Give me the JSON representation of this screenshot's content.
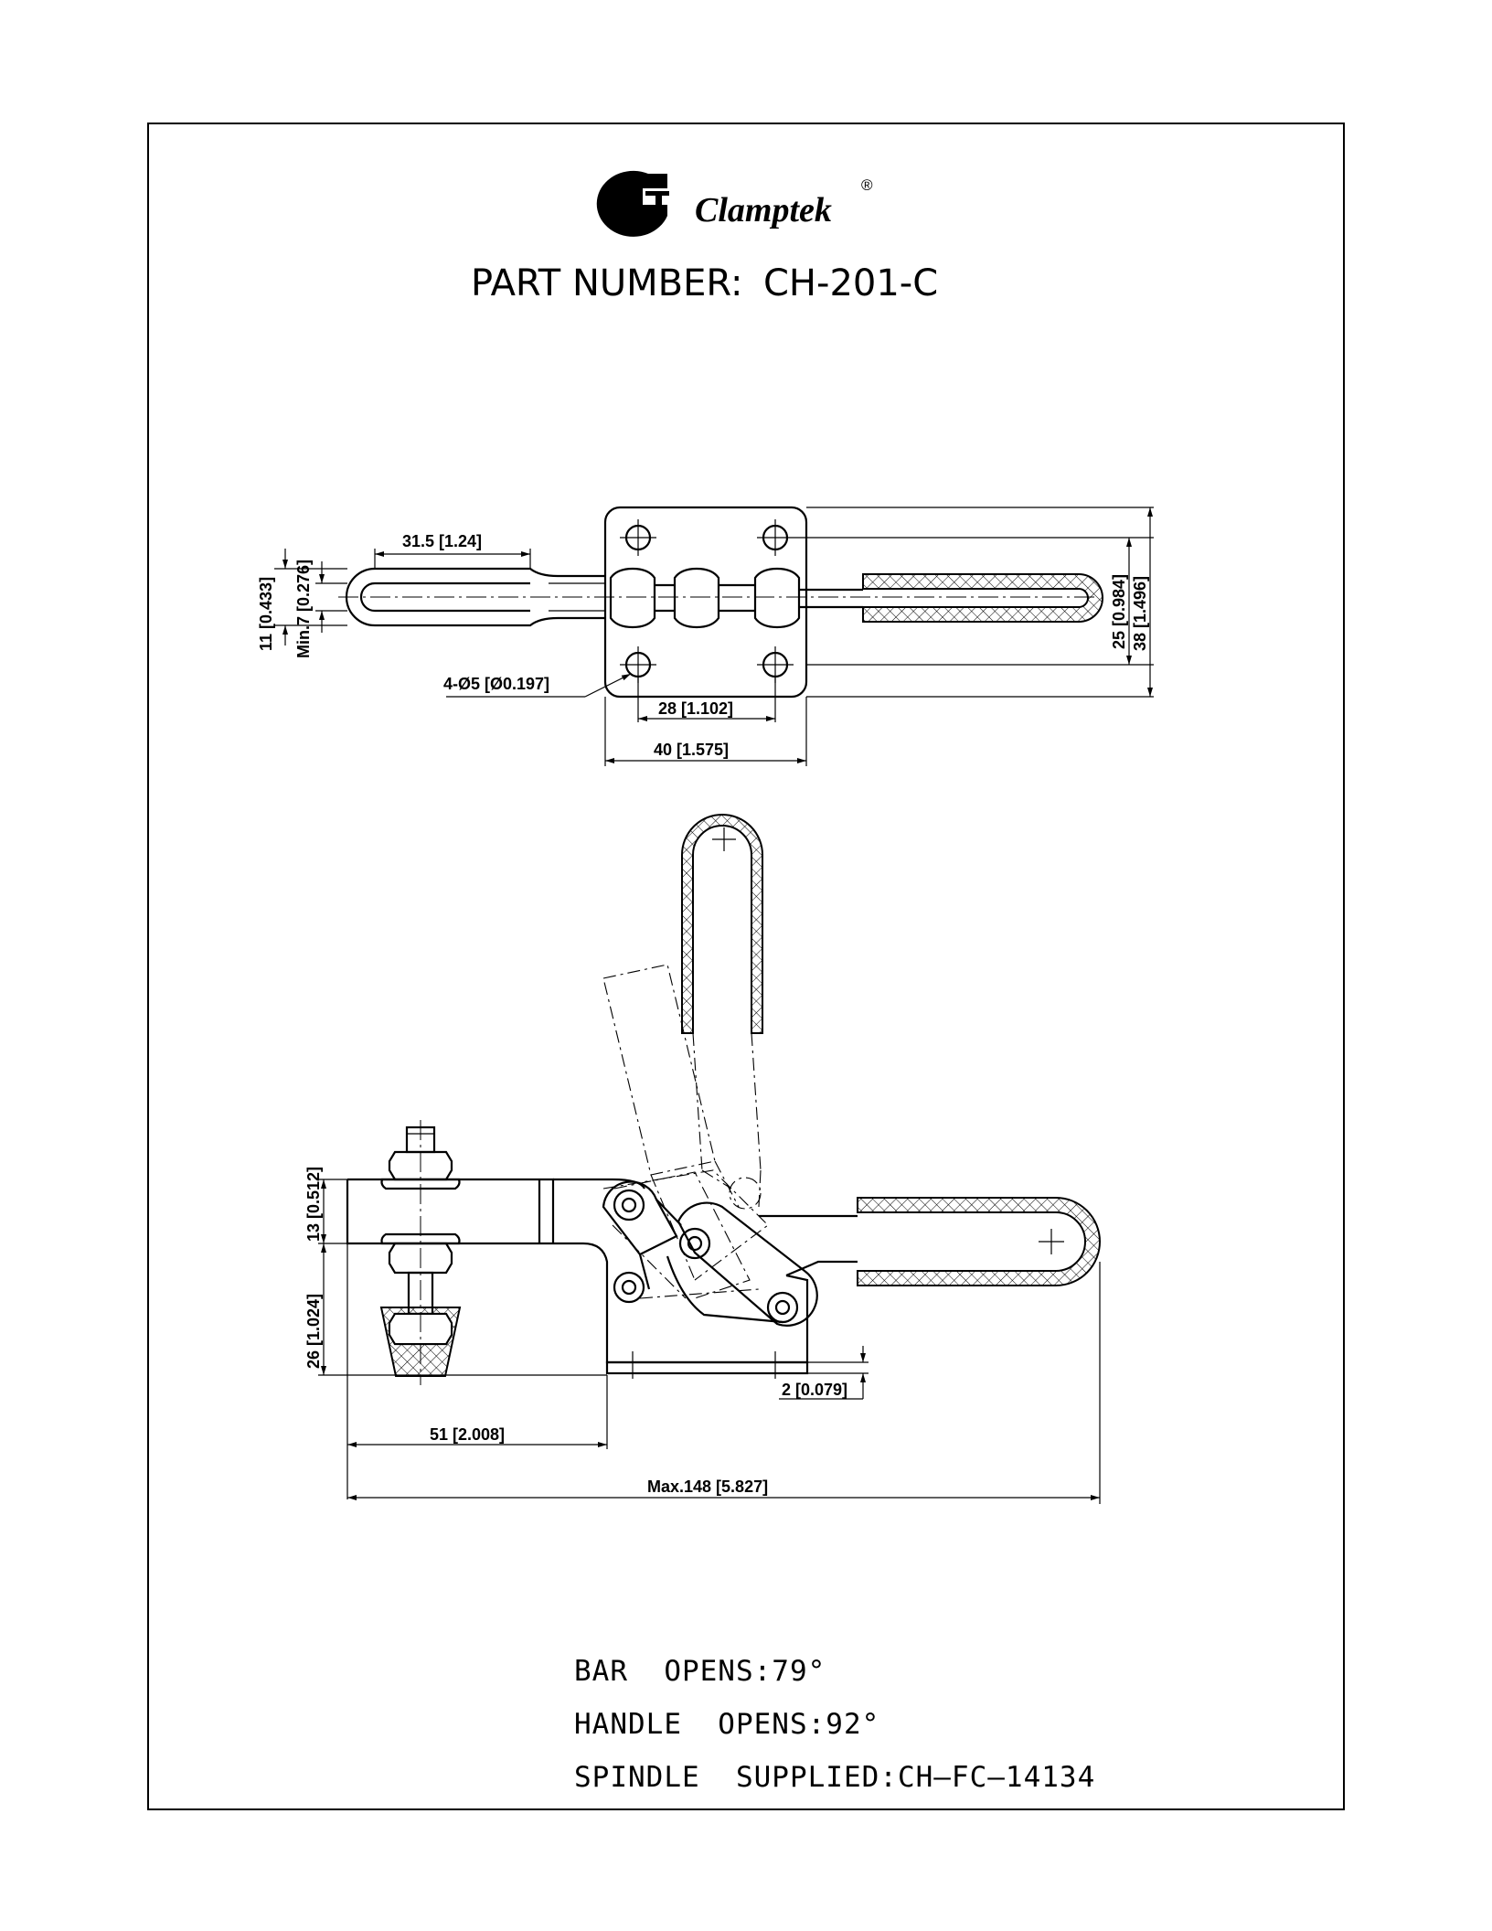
{
  "header": {
    "brand_name": "Clamptek",
    "registered_mark": "®",
    "part_number_label": "PART NUMBER:",
    "part_number": "CH-201-C"
  },
  "top_view": {
    "dims": {
      "handle_length": "31.5 [1.24]",
      "handle_width": "11 [0.433]",
      "bar_min": "Min.7 [0.276]",
      "holes": "4-Ø5 [Ø0.197]",
      "hole_spacing": "28 [1.102]",
      "base_width": "40 [1.575]",
      "hole_pitch_v": "25 [0.984]",
      "base_depth": "38 [1.496]"
    }
  },
  "side_view": {
    "dims": {
      "bar_height": "13 [0.512]",
      "spindle_height": "26 [1.024]",
      "reach": "51 [2.008]",
      "max_length": "Max.148 [5.827]",
      "base_thickness": "2 [0.079]"
    }
  },
  "notes": [
    "BAR  OPENS:79°",
    "HANDLE  OPENS:92°",
    "SPINDLE  SUPPLIED:CH—FC—14134"
  ],
  "colors": {
    "line": "#000000",
    "background": "#ffffff"
  }
}
